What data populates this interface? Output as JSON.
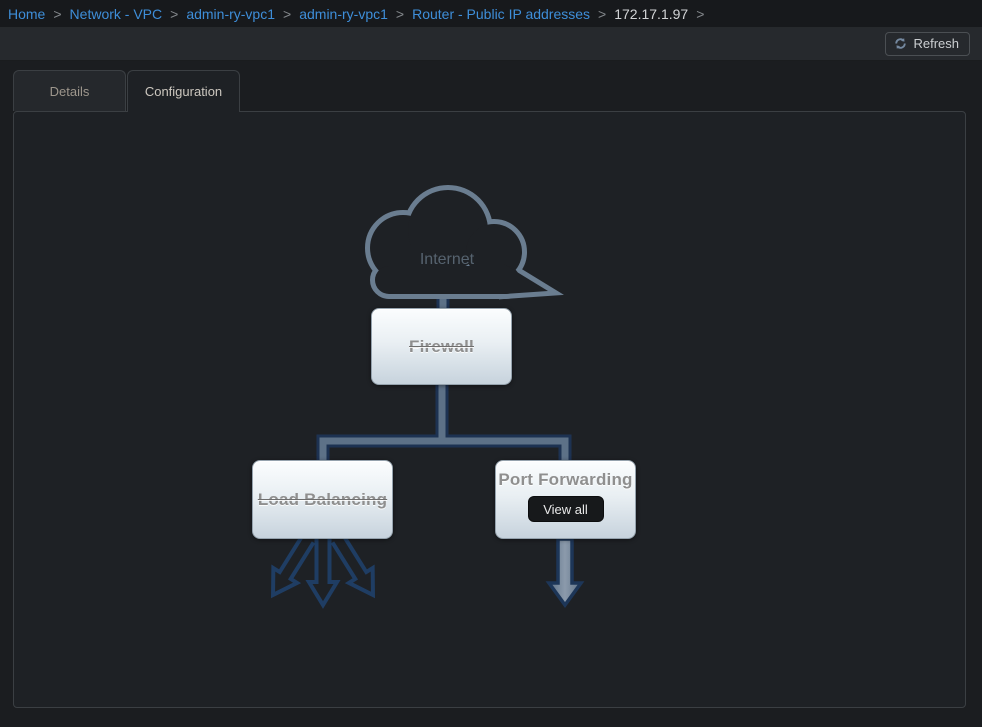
{
  "breadcrumb": {
    "separator": ">",
    "items": [
      {
        "label": "Home"
      },
      {
        "label": "Network - VPC"
      },
      {
        "label": "admin-ry-vpc1"
      },
      {
        "label": "admin-ry-vpc1"
      },
      {
        "label": "Router - Public IP addresses"
      },
      {
        "label": "172.17.1.97"
      }
    ]
  },
  "toolbar": {
    "refresh_label": "Refresh"
  },
  "tabs": [
    {
      "label": "Details",
      "active": false
    },
    {
      "label": "Configuration",
      "active": true
    }
  ],
  "diagram": {
    "internet_label": "Internet",
    "firewall_label": "Firewall",
    "load_balancing_label": "Load Balancing",
    "port_forwarding_label": "Port Forwarding",
    "view_all_label": "View all"
  },
  "colors": {
    "link_blue": "#3e8ed9",
    "page_bg": "#1b1d20",
    "panel_bg": "#1e2125",
    "breadcrumb_bg": "#17191c",
    "toolbar_bg": "#26292d",
    "cloud_stroke": "#6a7d90",
    "connector_dark": "#1d3252",
    "connector_light": "#5d7187",
    "arrow_outline": "#1f3d63",
    "arrow_fill": "#7b8ca0",
    "box_label_gray": "#8f8f8f"
  }
}
